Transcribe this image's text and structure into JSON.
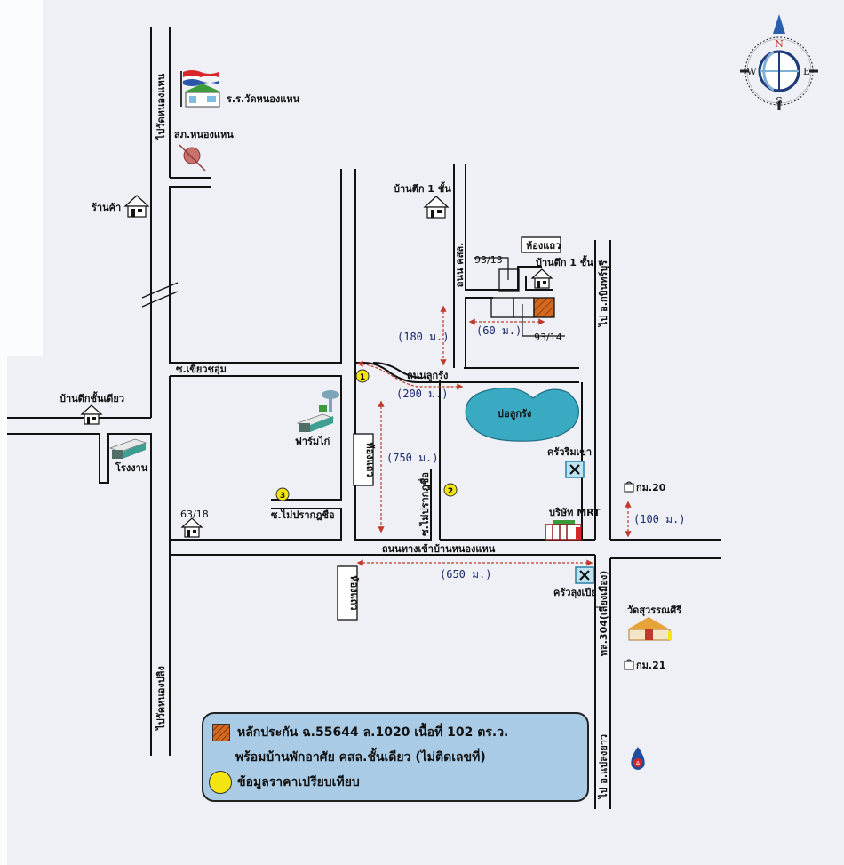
{
  "map": {
    "roads": {
      "road_to_wat_nongkhaen": "ไปวัดหนองแหน",
      "road_to_wat_nongpling": "ไปวัดหนองปลิง",
      "soi_khiao_chaum": "ซ.เขียวชอุ่ม",
      "thanon_luk_krang": "ถนนลูกรัง",
      "thanon_kasol": "ถนน คสล.",
      "soi_mai_prakot_chue_1": "ซ.ไม่ปรากฎชื่อ",
      "soi_mai_prakot_chue_2": "ซ.ไม่ปรากฎชื่อ",
      "access_road": "ถนนทางเข้าบ้านหนองแหน",
      "highway_304": "ทล.304(เลี่ยงเมือง)",
      "to_kabin_buri": "ไป อ.กบินทร์บุรี",
      "to_plaeng_yao": "ไป อ.แปลงยาว"
    },
    "landmarks": {
      "school": "ร.ร.วัดหนองแหน",
      "health_center": "สภ.หนองแหน",
      "shop": "ร้านค้า",
      "house_1_storey_top": "บ้านตึก 1 ชั้น",
      "house_1_storey_right": "บ้านตึก 1 ชั้น",
      "townhouse_top": "ห้องแถว",
      "townhouse_mid": "ห้องแถว",
      "townhouse_bottom": "ห้องแถว",
      "plot_93_13": "93/13",
      "plot_93_14": "93/14",
      "single_storey_house": "บ้านตึกชั้นเดียว",
      "factory": "โรงงาน",
      "chicken_farm": "ฟาร์มไก่",
      "plot_63_18": "63/18",
      "pond": "บ่อลูกรัง",
      "restaurant_rimkhao": "ครัวริมเขา",
      "restaurant_lungpia": "ครัวลุงเปีย",
      "company_mrt": "บริษัท MRT",
      "temple": "วัดสุวรรณศีรี",
      "km20": "กม.20",
      "km21": "กม.21"
    },
    "distances": {
      "d180": "(180 ม.)",
      "d60": "(60 ม.)",
      "d200": "(200 ม.)",
      "d750": "(750 ม.)",
      "d100": "(100 ม.)",
      "d650": "(650 ม.)"
    },
    "markers": {
      "m1": "1",
      "m2": "2",
      "m3": "3"
    },
    "compass": {
      "n": "N",
      "s": "S",
      "e": "E",
      "w": "W"
    },
    "colors": {
      "collateral": "#d2691e",
      "marker": "#f4e512",
      "pond": "#3aa9c2",
      "legend_bg": "#a9cbe6",
      "arrow": "#c0392b"
    }
  },
  "legend": {
    "collateral_line1": "หลักประกัน ฉ.55644 ล.1020 เนื้อที่ 102 ตร.ว.",
    "collateral_line2": "พร้อมบ้านพักอาศัย คสล.ชั้นเดียว (ไม่ติดเลขที่)",
    "comparable": "ข้อมูลราคาเปรียบเทียบ"
  }
}
